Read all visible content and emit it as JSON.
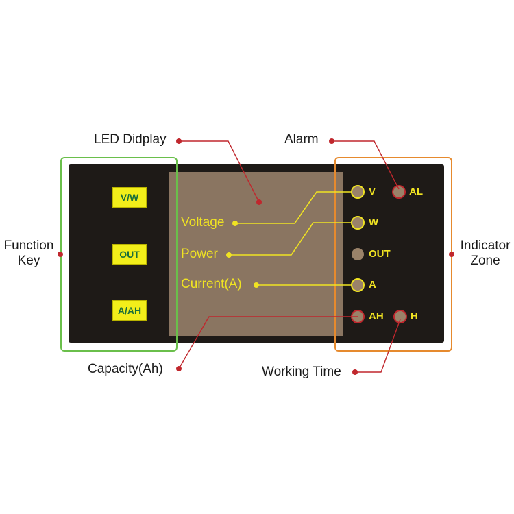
{
  "function_keys": [
    {
      "label": "V/W"
    },
    {
      "label": "OUT"
    },
    {
      "label": "A/AH"
    }
  ],
  "display_labels": {
    "voltage": "Voltage",
    "power": "Power",
    "current": "Current(A)"
  },
  "indicators": {
    "v": "V",
    "al": "AL",
    "w": "W",
    "out": "OUT",
    "a": "A",
    "ah": "AH",
    "h": "H"
  },
  "callouts": {
    "led_display": "LED Didplay",
    "alarm": "Alarm",
    "function_key_line1": "Function",
    "function_key_line2": "Key",
    "indicator_zone_line1": "Indicator",
    "indicator_zone_line2": "Zone",
    "capacity": "Capacity(Ah)",
    "working_time": "Working Time"
  },
  "colors": {
    "panel": "#1e1a17",
    "display": "#8a7561",
    "function_zone_border": "#6abf4b",
    "indicator_zone_border": "#e68a2e",
    "key_fill": "#f2ee1a",
    "key_text": "#1a6e3a",
    "label_yellow": "#f0e322",
    "leader_red": "#c0272d",
    "indicator_led": "#9a8269"
  }
}
